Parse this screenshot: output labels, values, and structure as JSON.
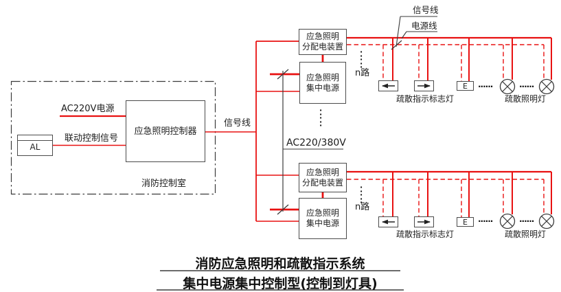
{
  "colors": {
    "wire_red": "#e81010",
    "line_dark": "#3a3a3a"
  },
  "control_room": {
    "room_label": "消防控制室",
    "al_label": "AL",
    "controller_label": "应急照明控制器",
    "ac_input_label": "AC220V电源",
    "linkage_signal_label": "联动控制信号",
    "signal_out_label": "信号线"
  },
  "riser": {
    "ac_supply_label": "AC220/380V",
    "between_groups_dots": "·\n·\n·\n·\n·"
  },
  "legend": {
    "signal_label": "信号线",
    "power_label": "电源线"
  },
  "groups": [
    {
      "distribution_line1": "应急照明",
      "distribution_line2": "分配电装置",
      "power_line1": "应急照明",
      "power_line2": "集中电源",
      "n_circuits_label": "n路",
      "n_circuits_dots": "·\n·\n·\n·\n·",
      "e_label": "E",
      "dots1": "······",
      "dots2": "······",
      "exit_sign_label": "疏散指示标志灯",
      "lamp_label": "疏散照明灯"
    },
    {
      "distribution_line1": "应急照明",
      "distribution_line2": "分配电装置",
      "power_line1": "应急照明",
      "power_line2": "集中电源",
      "n_circuits_label": "n路",
      "n_circuits_dots": "·\n·\n·\n·\n·",
      "e_label": "E",
      "dots1": "······",
      "dots2": "······",
      "exit_sign_label": "疏散指示标志灯",
      "lamp_label": "疏散照明灯"
    }
  ],
  "title": {
    "line1": "消防应急照明和疏散指示系统",
    "line2": "集中电源集中控制型(控制到灯具)"
  }
}
